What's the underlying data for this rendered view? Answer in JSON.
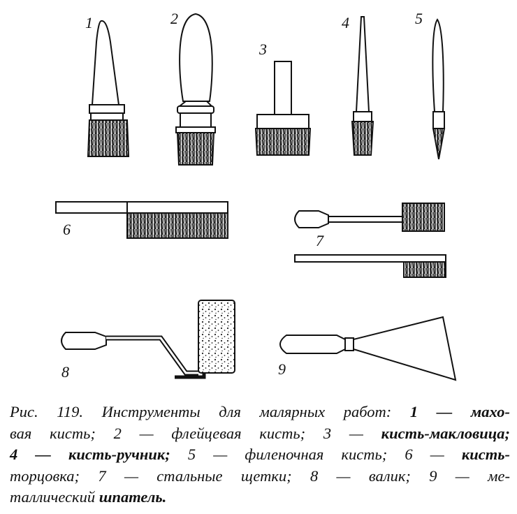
{
  "figure": {
    "numbers": [
      "1",
      "2",
      "3",
      "4",
      "5",
      "6",
      "7",
      "8",
      "9"
    ]
  },
  "caption": {
    "lines": [
      [
        {
          "t": "Рис. 119. Инструменты для малярных работ: ",
          "b": false
        },
        {
          "t": "1 — махо-",
          "b": true
        }
      ],
      [
        {
          "t": "вая кисть; 2 — флейцевая кисть; 3 — ",
          "b": false
        },
        {
          "t": "кисть-макловица;",
          "b": true
        }
      ],
      [
        {
          "t": "4 — кисть-ручник; ",
          "b": true
        },
        {
          "t": "5 — филеночная кисть; 6 — ",
          "b": false
        },
        {
          "t": "кисть-",
          "b": true
        }
      ],
      [
        {
          "t": "торцовка; 7 — стальные щетки; 8 — валик; 9 — ме-",
          "b": false
        }
      ],
      [
        {
          "t": "таллический ",
          "b": false
        },
        {
          "t": "шпатель.",
          "b": true
        }
      ]
    ]
  }
}
